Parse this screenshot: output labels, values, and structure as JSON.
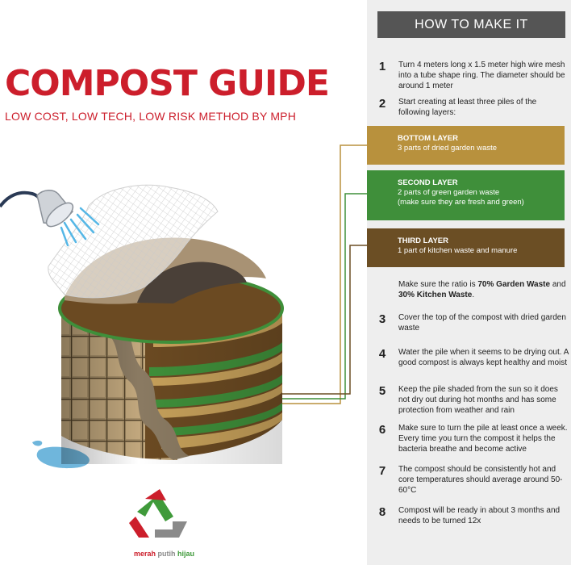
{
  "header": {
    "title": "COMPOST GUIDE",
    "subtitle": "LOW COST, LOW TECH, LOW RISK METHOD BY MPH"
  },
  "panel": {
    "heading": "HOW TO MAKE IT",
    "steps": [
      {
        "num": "1",
        "text": "Turn 4 meters long x 1.5 meter high wire mesh into a tube shape ring. The diameter should be around 1 meter"
      },
      {
        "num": "2",
        "text": "Start creating at least three piles of the following layers:"
      },
      {
        "num": "3",
        "text": "Cover the top of the compost with dried garden waste"
      },
      {
        "num": "4",
        "text": "Water the pile when it seems to be drying out. A good compost is always kept healthy and moist"
      },
      {
        "num": "5",
        "text": "Keep the pile shaded from the sun so it does not dry out during hot months and has some protection from weather and rain"
      },
      {
        "num": "6",
        "text": "Make sure to turn the pile at least once a week. Every time you turn the compost it helps the bacteria breathe and become active"
      },
      {
        "num": "7",
        "text": "The compost should be consistently hot and core temperatures should average around 50-60°C"
      },
      {
        "num": "8",
        "text": "Compost will be ready in about 3 months and needs to be turned 12x"
      }
    ],
    "layers": [
      {
        "title": "BOTTOM LAYER",
        "lines": [
          "3 parts of dried garden waste"
        ],
        "color": "#b8913d"
      },
      {
        "title": "SECOND LAYER",
        "lines": [
          "2 parts of green garden waste",
          "(make sure they are fresh and green)"
        ],
        "color": "#3f8f3a"
      },
      {
        "title": "THIRD LAYER",
        "lines": [
          "1 part of kitchen waste and manure"
        ],
        "color": "#6b4e24"
      }
    ],
    "ratio": {
      "prefix": "Make sure the ratio is ",
      "garden": "70% Garden Waste",
      "middle": " and ",
      "kitchen": "30% Kitchen Waste",
      "suffix": "."
    }
  },
  "brand": {
    "word1": "merah",
    "word2": "putih",
    "word3": "hijau",
    "colors": {
      "red": "#cc1e2b",
      "grey": "#8a8a8a",
      "green": "#3f9a3a"
    }
  },
  "icons": [
    "shower-head-icon",
    "recycle-icon"
  ]
}
